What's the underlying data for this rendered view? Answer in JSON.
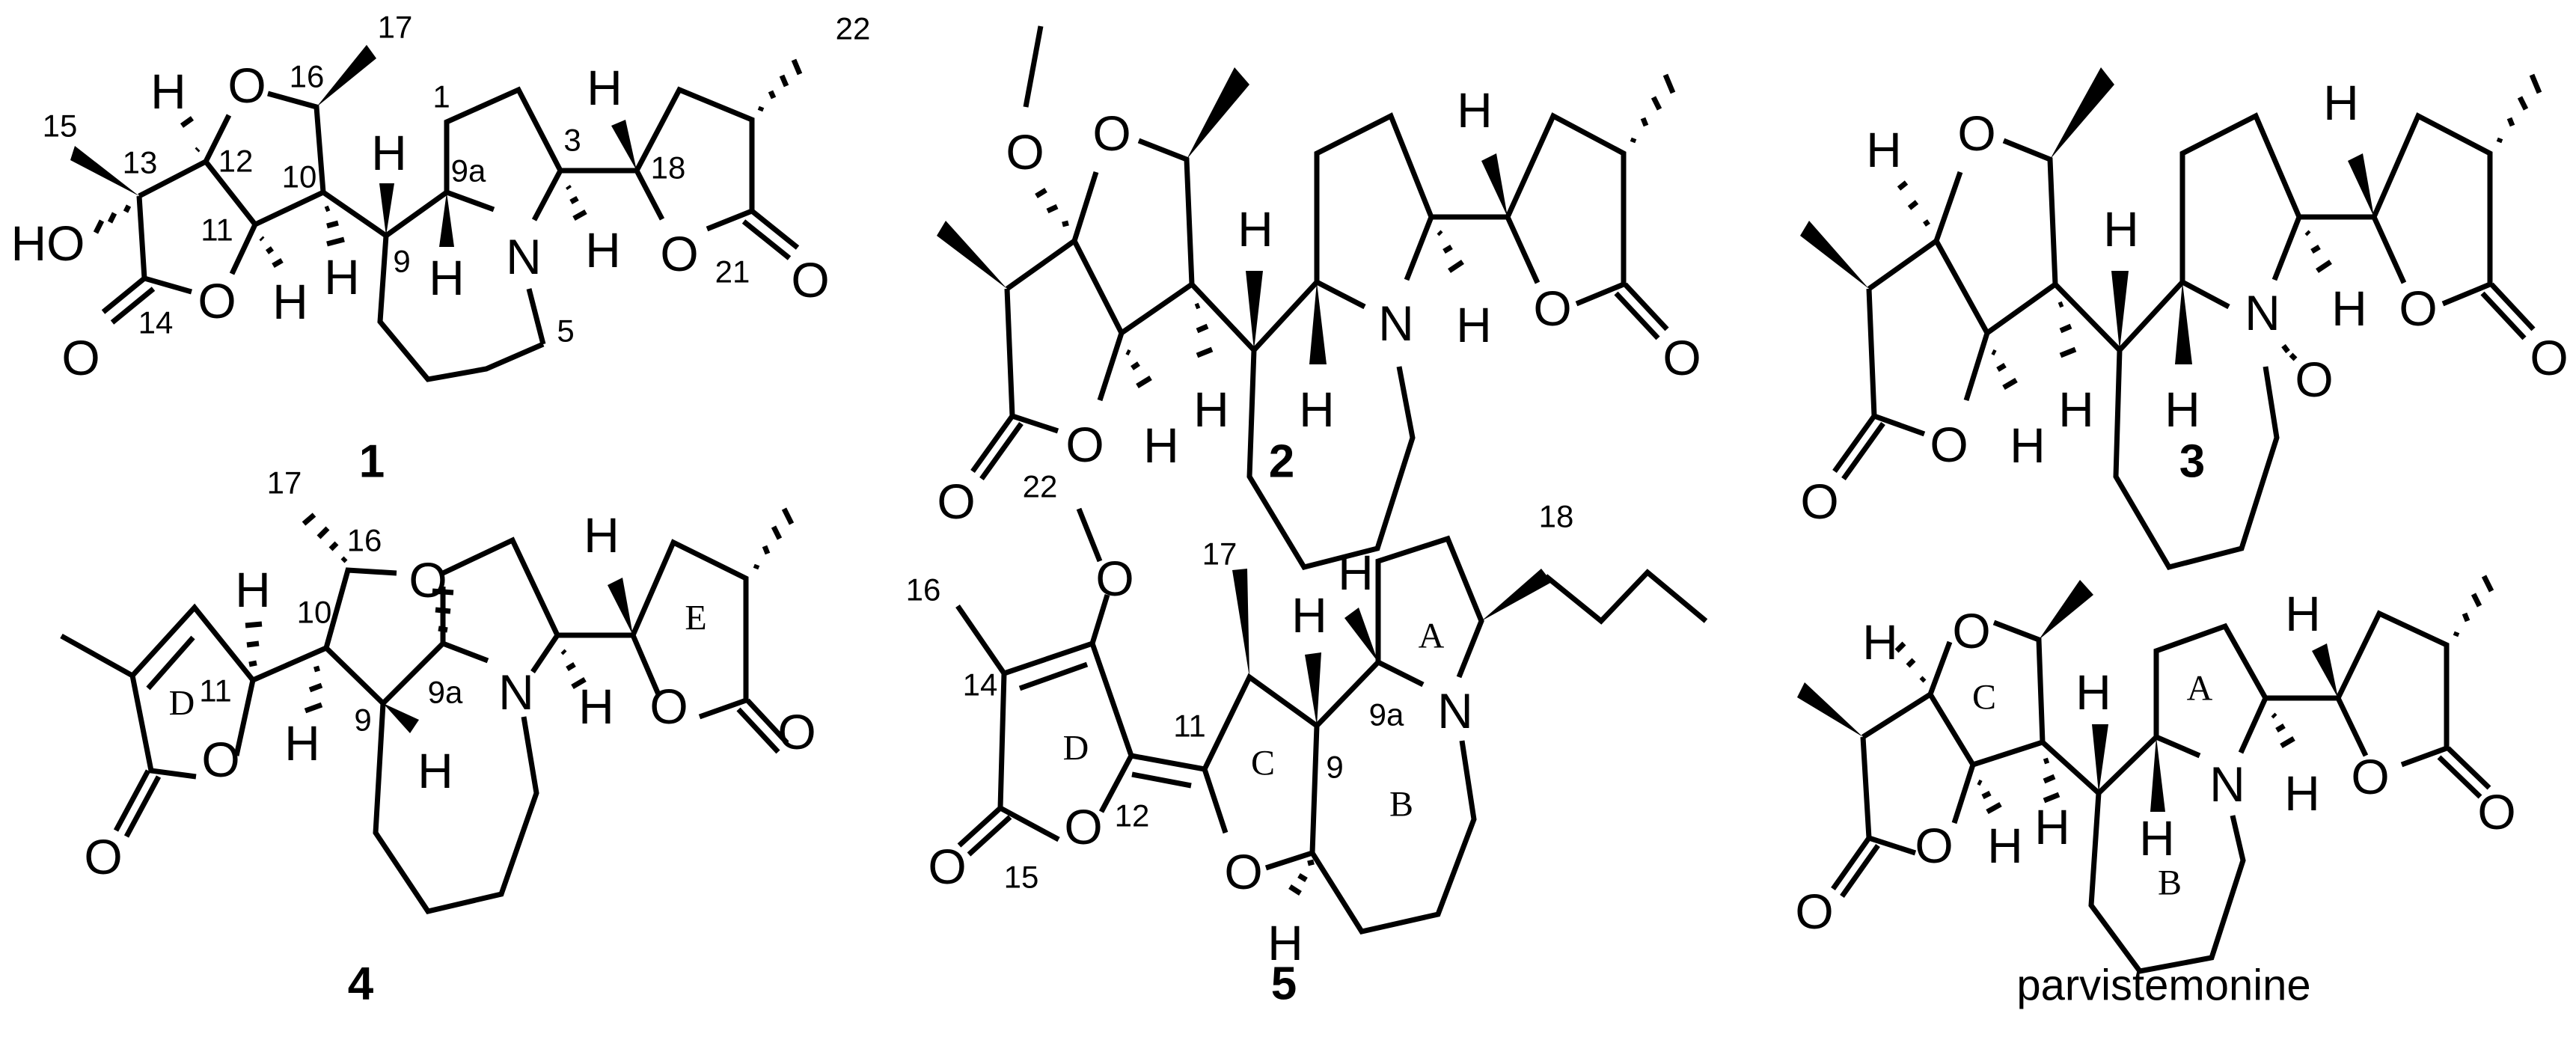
{
  "figure": {
    "background": "#ffffff",
    "ink_color": "#000000"
  },
  "atoms": {
    "O": "O",
    "N": "N",
    "H": "H",
    "HO": "HO"
  },
  "compounds": [
    {
      "id": "1",
      "label": "1",
      "numbering": [
        "15",
        "13",
        "12",
        "16",
        "17",
        "11",
        "10",
        "14",
        "9",
        "9a",
        "1",
        "3",
        "18",
        "22",
        "21",
        "5"
      ]
    },
    {
      "id": "2",
      "label": "2",
      "substituents": [
        "OMe at C12"
      ]
    },
    {
      "id": "3",
      "label": "3",
      "substituents": [
        "N-oxide (N→O)"
      ]
    },
    {
      "id": "4",
      "label": "4",
      "numbering": [
        "17",
        "16",
        "10",
        "11",
        "9",
        "9a"
      ],
      "rings": [
        "D",
        "E"
      ]
    },
    {
      "id": "5",
      "label": "5",
      "numbering": [
        "22",
        "16",
        "14",
        "17",
        "11",
        "12",
        "15",
        "9",
        "9a",
        "18"
      ],
      "rings": [
        "D",
        "C",
        "A",
        "B"
      ]
    },
    {
      "id": "parvistemonine",
      "label": "parvistemonine",
      "rings": [
        "C",
        "A",
        "B"
      ]
    }
  ]
}
